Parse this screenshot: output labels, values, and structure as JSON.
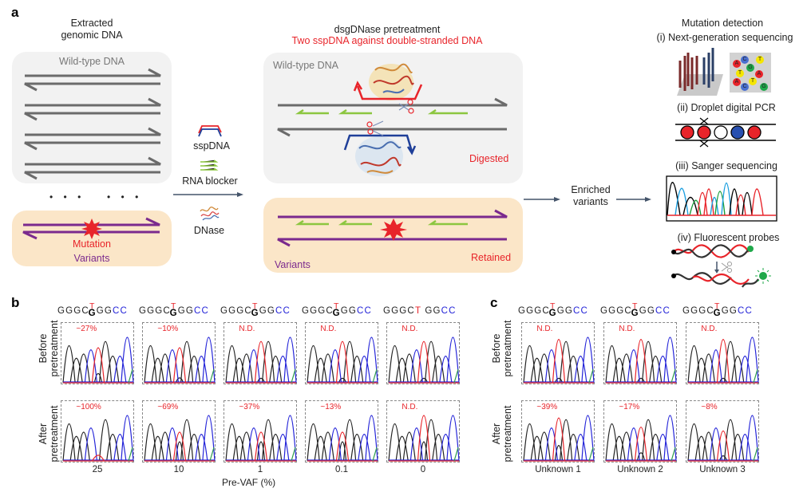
{
  "panel_a": {
    "letter": "a",
    "col1_title": [
      "Extracted",
      "genomic DNA"
    ],
    "wild_type_label": "Wild-type DNA",
    "ellipsis": "• • •",
    "mutation_label": "Mutation",
    "variants_label": "Variants",
    "reagents": {
      "sspdna": "sspDNA",
      "rna_blocker": "RNA blocker",
      "dnase": "DNase"
    },
    "col2_title": "dsgDNase pretreatment",
    "col2_subtitle": "Two sspDNA against double-stranded DNA",
    "col2_wild_type_label": "Wild-type DNA",
    "digested_label": "Digested",
    "col2_variants_label": "Variants",
    "retained_label": "Retained",
    "enriched_label": [
      "Enriched",
      "variants"
    ],
    "detection_title": "Mutation detection",
    "methods": [
      "(i) Next-generation sequencing",
      "(ii) Droplet digital PCR",
      "(iii) Sanger sequencing",
      "(iv) Fluorescent probes"
    ],
    "ngs_bases": [
      "A",
      "C",
      "T",
      "G",
      "T",
      "A",
      "A",
      "T",
      "C",
      "G"
    ]
  },
  "panel_b": {
    "letter": "b",
    "row_labels": {
      "before": [
        "Before",
        "pretreatment"
      ],
      "after": [
        "After",
        "pretreatment"
      ]
    },
    "x_axis_label": "Pre-VAF (%)",
    "samples": [
      {
        "pre_vaf": "25",
        "seq_type": "mixed",
        "before": "~27%",
        "after": "~100%"
      },
      {
        "pre_vaf": "10",
        "seq_type": "mixed",
        "before": "~10%",
        "after": "~69%"
      },
      {
        "pre_vaf": "1",
        "seq_type": "mixed",
        "before": "N.D.",
        "after": "~37%"
      },
      {
        "pre_vaf": "0.1",
        "seq_type": "mixed",
        "before": "N.D.",
        "after": "~13%"
      },
      {
        "pre_vaf": "0",
        "seq_type": "wt",
        "before": "N.D.",
        "after": "N.D."
      }
    ]
  },
  "panel_c": {
    "letter": "c",
    "row_labels": {
      "before": [
        "Before",
        "pretreatment"
      ],
      "after": [
        "After",
        "pretreatment"
      ]
    },
    "samples": [
      {
        "name": "Unknown 1",
        "before": "N.D.",
        "after": "~39%"
      },
      {
        "name": "Unknown 2",
        "before": "N.D.",
        "after": "~17%"
      },
      {
        "name": "Unknown 3",
        "before": "N.D.",
        "after": "~8%"
      }
    ]
  },
  "sequence": {
    "prefix": "GGGC",
    "mut": "T",
    "wt": "G",
    "suffix_black": "GG",
    "suffix_blue": "CC",
    "wt_only_prefix": "GGGC",
    "wt_only_t": "T",
    "wt_only_suffix": " GG"
  },
  "colors": {
    "red": "#e8242a",
    "blue": "#2323d8",
    "purple": "#7b2a8e",
    "green": "#8cc63f",
    "dark_blue": "#1f3f99",
    "gray_strand": "#6b6b6b",
    "gray_box": "#f2f2f2",
    "orange_box": "#fbe6c8"
  }
}
